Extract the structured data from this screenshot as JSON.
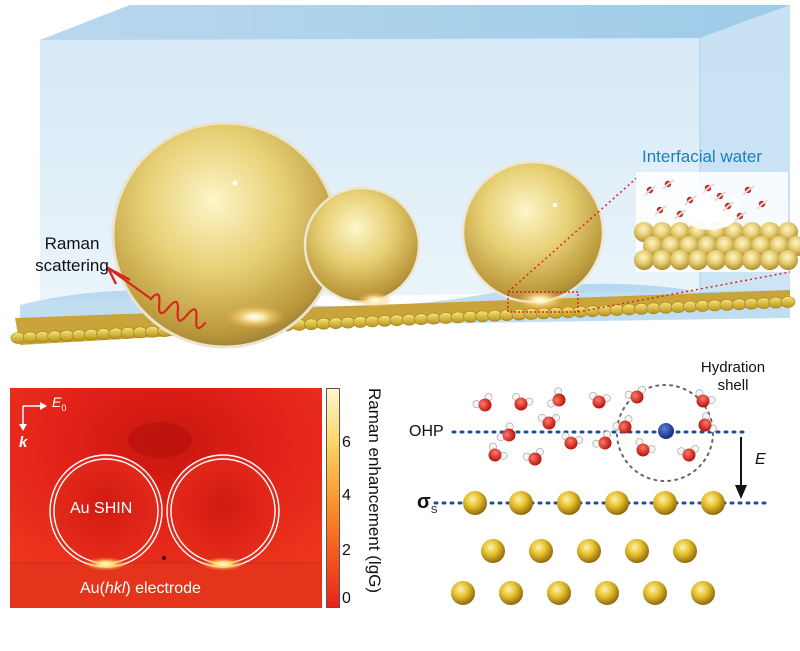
{
  "top_panel": {
    "label_interfacial_water": "Interfacial water",
    "label_raman_line1": "Raman",
    "label_raman_line2": "scattering"
  },
  "fdtd_panel": {
    "label_E0": "E",
    "label_E0_sub": "0",
    "label_k": "k",
    "label_shin": "Au SHIN",
    "label_electrode_prefix": "Au(",
    "label_electrode_italic": "hkl",
    "label_electrode_suffix": ") electrode"
  },
  "colorbar": {
    "title": "Raman enhancement (lgG)",
    "ticks": [
      "0",
      "2",
      "4",
      "6"
    ],
    "colors": [
      "#e8231a",
      "#f55a1e",
      "#fb9a2c",
      "#fdd466",
      "#fff6cf"
    ]
  },
  "water_panel": {
    "label_hydration_line1": "Hydration",
    "label_hydration_line2": "shell",
    "label_ohp": "OHP",
    "label_sigma": "σ",
    "label_sigma_sub": "S",
    "label_E": "E"
  },
  "colors": {
    "gold": "#e0b92a",
    "water_blue": "#d7ebf7",
    "ion_blue": "#1d3f9c",
    "accent_red": "#d9261c",
    "dotted_blue": "#1f4f9a"
  }
}
